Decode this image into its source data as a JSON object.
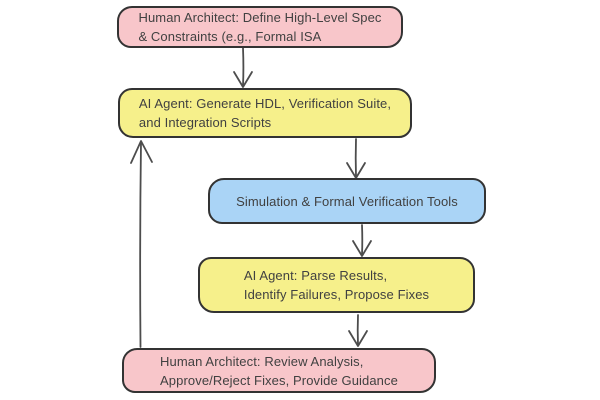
{
  "diagram": {
    "type": "flowchart",
    "background": "#ffffff",
    "nodes": [
      {
        "id": "human-spec",
        "fill": "#f8c6ca",
        "lines": [
          "Human Architect: Define High-Level Spec",
          "& Constraints (e.g., Formal ISA"
        ]
      },
      {
        "id": "ai-generate",
        "fill": "#f6f08b",
        "lines": [
          "AI Agent: Generate HDL, Verification Suite,",
          "and Integration Scripts"
        ]
      },
      {
        "id": "sim-verification",
        "fill": "#aad4f6",
        "lines": [
          "Simulation & Formal Verification Tools"
        ]
      },
      {
        "id": "ai-parse",
        "fill": "#f6f08b",
        "lines": [
          "AI Agent: Parse Results,",
          "Identify Failures, Propose Fixes"
        ]
      },
      {
        "id": "human-review",
        "fill": "#f8c6ca",
        "lines": [
          "Human Architect: Review Analysis,",
          "Approve/Reject Fixes, Provide Guidance"
        ]
      }
    ],
    "edges": [
      {
        "from": "human-spec",
        "to": "ai-generate"
      },
      {
        "from": "ai-generate",
        "to": "sim-verification"
      },
      {
        "from": "sim-verification",
        "to": "ai-parse"
      },
      {
        "from": "ai-parse",
        "to": "human-review"
      },
      {
        "from": "human-review",
        "to": "ai-generate"
      }
    ],
    "colors": {
      "node_border": "#333333",
      "arrow": "#4d4d4d",
      "text": "#414141"
    }
  }
}
